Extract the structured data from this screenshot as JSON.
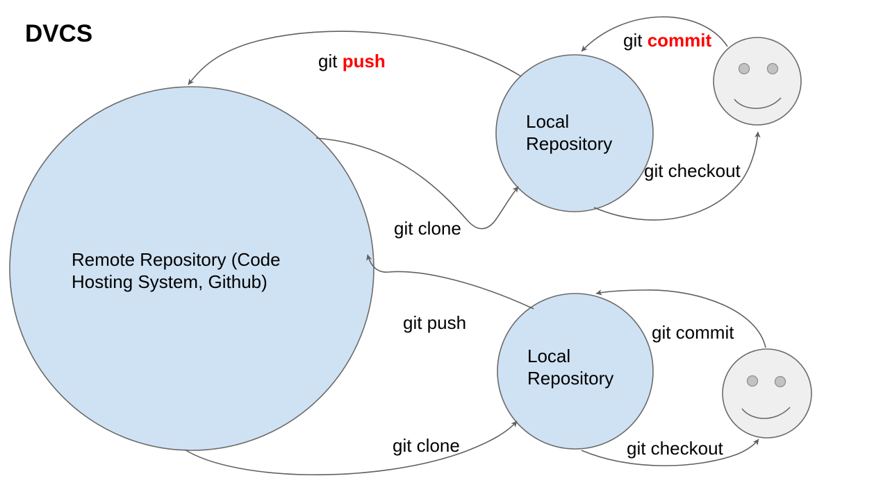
{
  "title": "DVCS",
  "colors": {
    "node_fill": "#cfe2f3",
    "node_stroke": "#6a6a6a",
    "actor_fill": "#efefef",
    "actor_stroke": "#6a6a6a",
    "actor_eye_fill": "#c2c2c2",
    "actor_eye_stroke": "#8f8f8f",
    "edge": "#606060",
    "text": "#000000",
    "highlight": "#ff0000"
  },
  "nodes": {
    "remote_repository": {
      "label_line1": "Remote Repository (Code",
      "label_line2": "Hosting System, Github)"
    },
    "local_repository_top": {
      "label_line1": "Local",
      "label_line2": "Repository"
    },
    "local_repository_bottom": {
      "label_line1": "Local",
      "label_line2": "Repository"
    }
  },
  "edges": {
    "push_top": {
      "prefix": "git ",
      "command": "push"
    },
    "commit_top": {
      "prefix": "git ",
      "command": "commit"
    },
    "checkout_top": {
      "label": "git checkout"
    },
    "clone_top": {
      "label": "git clone"
    },
    "push_bottom": {
      "label": "git push"
    },
    "commit_bottom": {
      "label": "git commit"
    },
    "checkout_bottom": {
      "label": "git checkout"
    },
    "clone_bottom": {
      "label": "git clone"
    }
  }
}
